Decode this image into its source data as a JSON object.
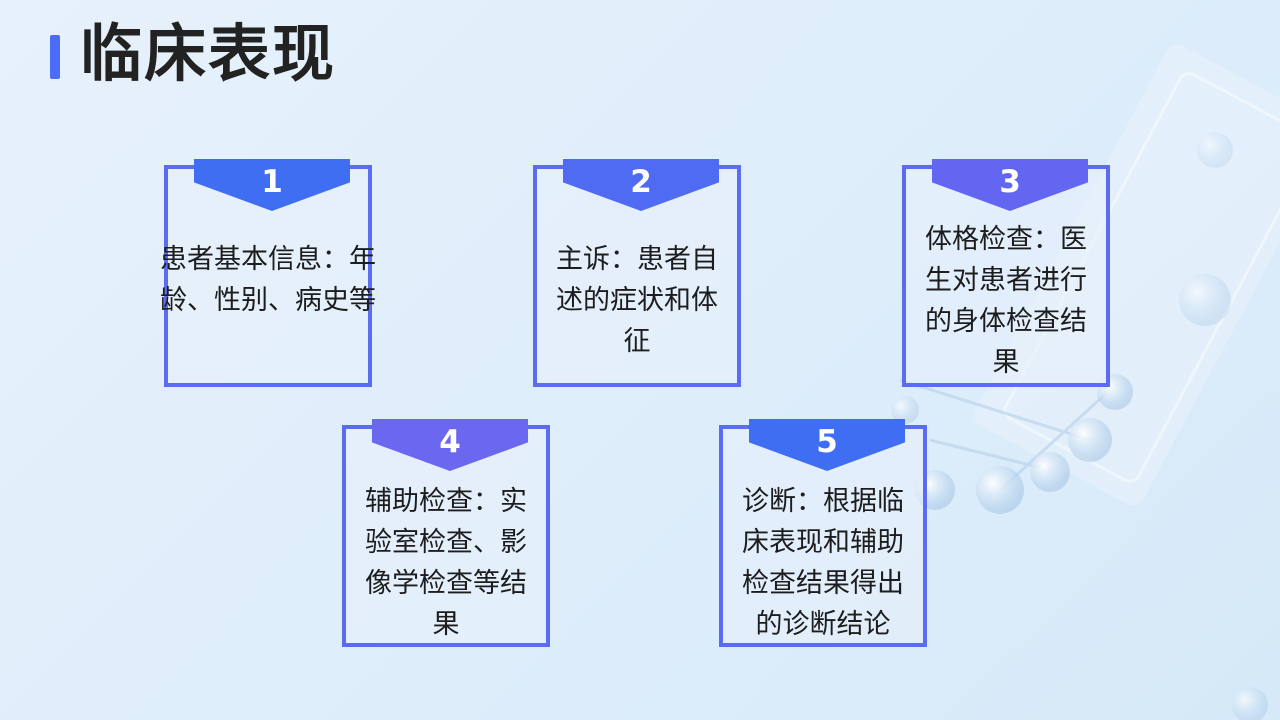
{
  "slide": {
    "title": "临床表现",
    "accent_color": "#4a6cf7",
    "cards": [
      {
        "number": "1",
        "text": "患者基本信息：年龄、性别、病史等"
      },
      {
        "number": "2",
        "text": "主诉：患者自述的症状和体征"
      },
      {
        "number": "3",
        "text": "体格检查：医生对患者进行的身体检查结果"
      },
      {
        "number": "4",
        "text": "辅助检查：实验室检查、影像学检查等结果"
      },
      {
        "number": "5",
        "text": "诊断：根据临床表现和辅助检查结果得出的诊断结论"
      }
    ]
  }
}
